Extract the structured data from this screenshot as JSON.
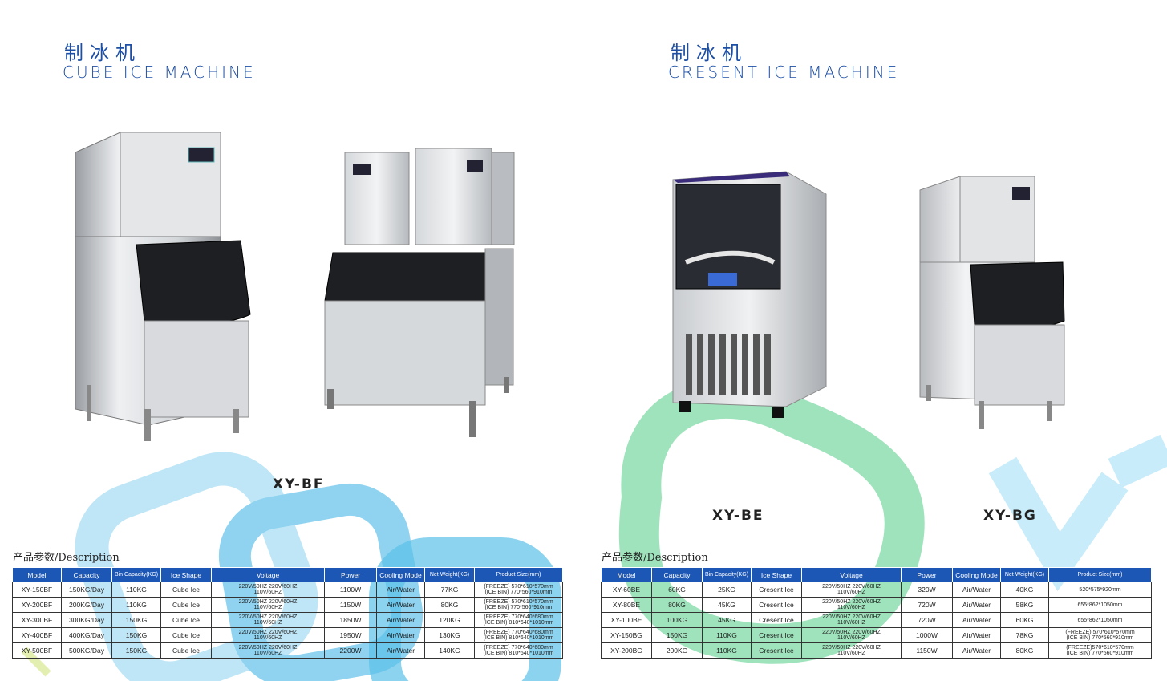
{
  "left": {
    "title_cn": "制冰机",
    "title_en": "CUBE ICE MACHINE",
    "model_label": "XY-BF",
    "desc_label": "产品参数/Description"
  },
  "right": {
    "title_cn": "制冰机",
    "title_en": "CRESENT ICE MACHINE",
    "model_label_1": "XY-BE",
    "model_label_2": "XY-BG",
    "desc_label": "产品参数/Description"
  },
  "colors": {
    "accent": "#1d57b5",
    "title": "#1d4fa5",
    "green_deco": "#6fd49a",
    "blue_deco": "#5bc0e8"
  },
  "table_headers": [
    "Model",
    "Capacity",
    "Bin Capacity(KG)",
    "Ice Shape",
    "Voltage",
    "Power",
    "Cooling Mode",
    "Net Weight(KG)",
    "Product Size(mm)"
  ],
  "table_left": [
    {
      "model": "XY-150BF",
      "capacity": "150KG/Day",
      "bin": "110KG",
      "shape": "Cube Ice",
      "voltage1": "220V/50HZ 220V/60HZ",
      "voltage2": "110V/60HZ",
      "power": "1100W",
      "cooling": "Air/Water",
      "weight": "77KG",
      "size1": "(FREEZE) 570*610*570mm",
      "size2": "(ICE BIN) 770*560*910mm"
    },
    {
      "model": "XY-200BF",
      "capacity": "200KG/Day",
      "bin": "110KG",
      "shape": "Cube Ice",
      "voltage1": "220V/50HZ 220V/60HZ",
      "voltage2": "110V/60HZ",
      "power": "1150W",
      "cooling": "Air/Water",
      "weight": "80KG",
      "size1": "(FREEZE) 570*610*570mm",
      "size2": "(ICE BIN) 770*560*910mm"
    },
    {
      "model": "XY-300BF",
      "capacity": "300KG/Day",
      "bin": "150KG",
      "shape": "Cube Ice",
      "voltage1": "220V/50HZ 220V/60HZ",
      "voltage2": "110V/60HZ",
      "power": "1850W",
      "cooling": "Air/Water",
      "weight": "120KG",
      "size1": "(FREEZE) 770*640*680mm",
      "size2": "(ICE BIN) 810*640*1010mm"
    },
    {
      "model": "XY-400BF",
      "capacity": "400KG/Day",
      "bin": "150KG",
      "shape": "Cube Ice",
      "voltage1": "220V/50HZ 220V/60HZ",
      "voltage2": "110V/60HZ",
      "power": "1950W",
      "cooling": "Air/Water",
      "weight": "130KG",
      "size1": "(FREEZE) 770*640*680mm",
      "size2": "(ICE BIN) 810*640*1010mm"
    },
    {
      "model": "XY-500BF",
      "capacity": "500KG/Day",
      "bin": "150KG",
      "shape": "Cube Ice",
      "voltage1": "220V/50HZ 220V/60HZ",
      "voltage2": "110V/60HZ",
      "power": "2200W",
      "cooling": "Air/Water",
      "weight": "140KG",
      "size1": "(FREEZE) 770*640*680mm",
      "size2": "(ICE BIN) 810*640*1010mm"
    }
  ],
  "table_right": [
    {
      "model": "XY-60BE",
      "capacity": "60KG",
      "bin": "25KG",
      "shape": "Cresent Ice",
      "voltage1": "220V/50HZ 220V/60HZ",
      "voltage2": "110V/60HZ",
      "power": "320W",
      "cooling": "Air/Water",
      "weight": "40KG",
      "size1": "520*575*920mm",
      "size2": ""
    },
    {
      "model": "XY-80BE",
      "capacity": "80KG",
      "bin": "45KG",
      "shape": "Cresent Ice",
      "voltage1": "220V/50HZ 220V/60HZ",
      "voltage2": "110V/60HZ",
      "power": "720W",
      "cooling": "Air/Water",
      "weight": "58KG",
      "size1": "655*862*1050mm",
      "size2": ""
    },
    {
      "model": "XY-100BE",
      "capacity": "100KG",
      "bin": "45KG",
      "shape": "Cresent Ice",
      "voltage1": "220V/50HZ 220V/60HZ",
      "voltage2": "110V/60HZ",
      "power": "720W",
      "cooling": "Air/Water",
      "weight": "60KG",
      "size1": "655*862*1050mm",
      "size2": ""
    },
    {
      "model": "XY-150BG",
      "capacity": "150KG",
      "bin": "110KG",
      "shape": "Cresent Ice",
      "voltage1": "220V/50HZ 220V/60HZ",
      "voltage2": "110V/60HZ",
      "power": "1000W",
      "cooling": "Air/Water",
      "weight": "78KG",
      "size1": "(FREEZE) 570*610*570mm",
      "size2": "(ICE BIN) 770*560*910mm"
    },
    {
      "model": "XY-200BG",
      "capacity": "200KG",
      "bin": "110KG",
      "shape": "Cresent Ice",
      "voltage1": "220V/50HZ 220V/60HZ",
      "voltage2": "110V/60HZ",
      "power": "1150W",
      "cooling": "Air/Water",
      "weight": "80KG",
      "size1": "(FREEZE)570*610*570mm",
      "size2": "(ICE BIN) 770*560*910mm"
    }
  ]
}
